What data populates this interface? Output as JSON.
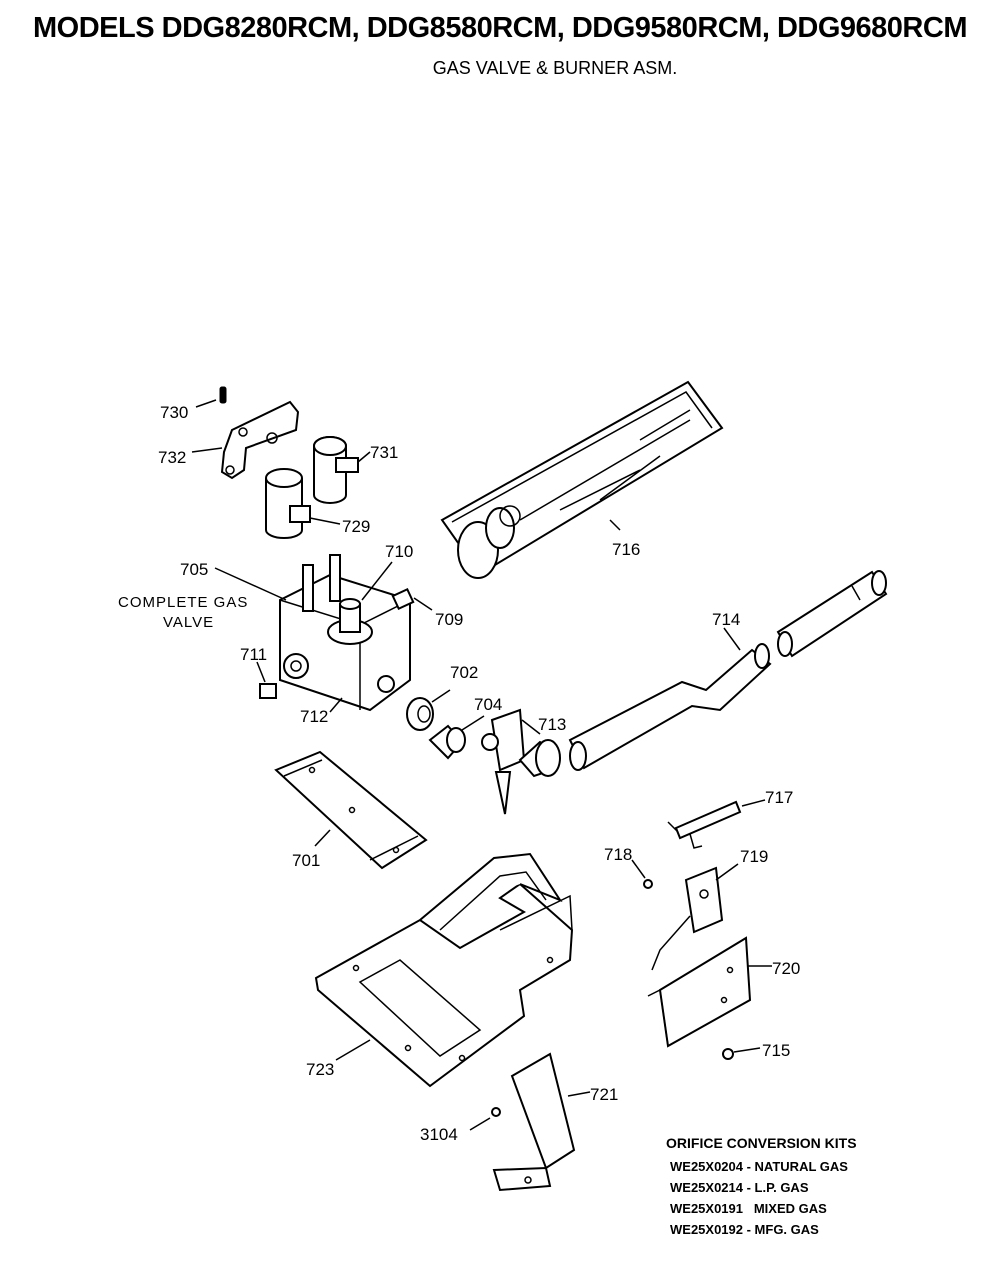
{
  "header": {
    "title": "MODELS DDG8280RCM, DDG8580RCM, DDG9580RCM, DDG9680RCM",
    "subtitle": "GAS VALVE & BURNER ASM."
  },
  "callouts": {
    "p730": "730",
    "p732": "732",
    "p731": "731",
    "p729": "729",
    "p705": "705",
    "p710": "710",
    "p709": "709",
    "p711": "711",
    "p712": "712",
    "p702": "702",
    "p704": "704",
    "p713": "713",
    "p716": "716",
    "p714": "714",
    "p717": "717",
    "p701": "701",
    "p718": "718",
    "p719": "719",
    "p720": "720",
    "p715": "715",
    "p723": "723",
    "p721": "721",
    "p3104": "3104"
  },
  "complete_gas_valve": {
    "line1": "COMPLETE GAS",
    "line2": "VALVE"
  },
  "orifice_kits": {
    "title": "ORIFICE CONVERSION KITS",
    "items": [
      "WE25X0204 - NATURAL GAS",
      "WE25X0214 - L.P. GAS",
      "WE25X0191   MIXED GAS",
      "WE25X0192 - MFG. GAS"
    ]
  }
}
